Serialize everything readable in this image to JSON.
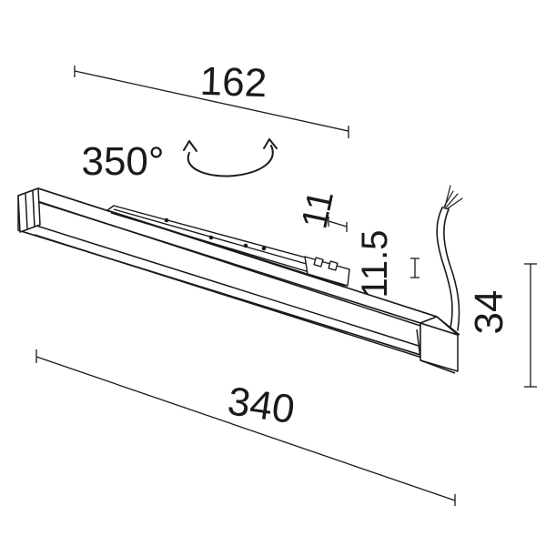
{
  "diagram": {
    "dimensions": {
      "top_length": "162",
      "rotation": "350°",
      "adapter_width": "11",
      "adapter_height": "11.5",
      "body_height": "34",
      "body_length": "340"
    },
    "colors": {
      "line": "#1a1a1a",
      "background": "#ffffff"
    }
  }
}
